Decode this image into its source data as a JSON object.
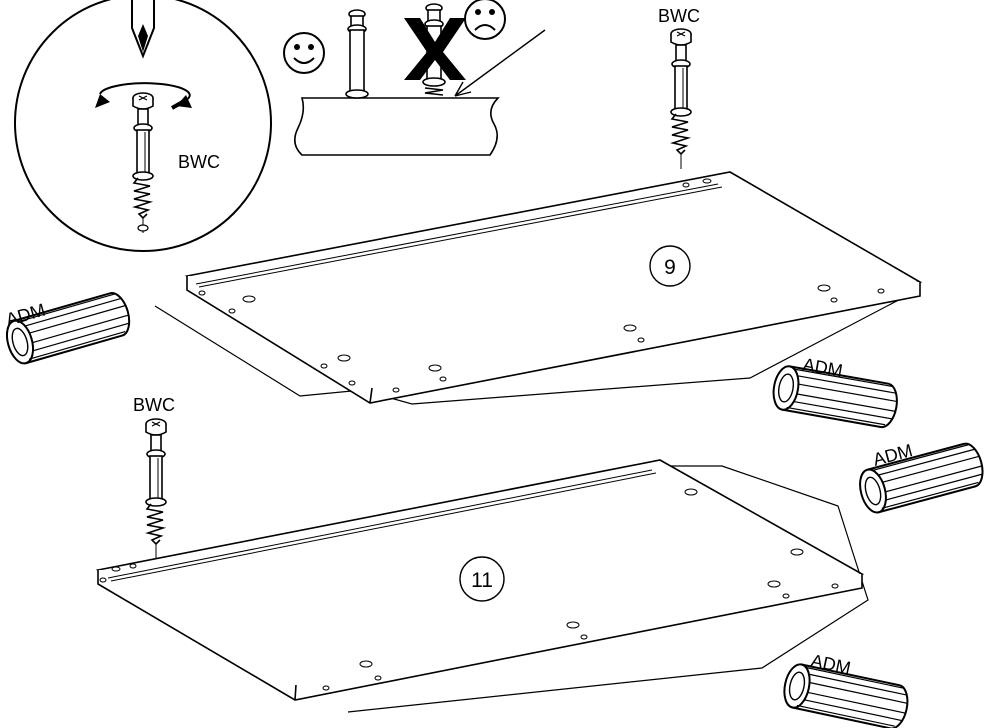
{
  "parts": {
    "cam_bolt": "BWC",
    "dowel": "ADM"
  },
  "panels": {
    "upper": "9",
    "lower": "11"
  },
  "colors": {
    "ink": "#000000",
    "paper": "#ffffff"
  },
  "icons": [
    "screwdriver-icon",
    "rotation-arrow-icon",
    "smiley-happy-icon",
    "smiley-sad-icon",
    "cross-mark-icon",
    "pointer-arrow-icon"
  ]
}
